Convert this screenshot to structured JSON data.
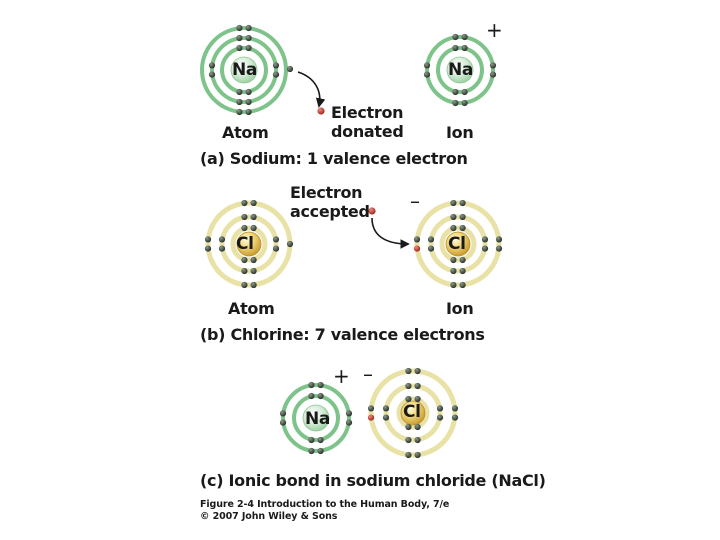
{
  "symbols": {
    "sodium": "Na",
    "chlorine": "Cl"
  },
  "labels": {
    "atom_a": "Atom",
    "ion_a": "Ion",
    "electron_donated": "Electron\ndonated",
    "electron_accepted": "Electron\naccepted",
    "atom_b": "Atom",
    "ion_b": "Ion"
  },
  "charges": {
    "na_ion_a": "+",
    "cl_ion_b": "–",
    "na_c": "+",
    "cl_c": "–"
  },
  "captions": {
    "a": "(a) Sodium: 1 valence electron",
    "b": "(b) Chlorine: 7 valence electrons",
    "c": "(c) Ionic bond in sodium chloride (NaCl)"
  },
  "credit": {
    "line1": "Figure 2-4  Introduction to the Human Body, 7/e",
    "line2": "© 2007 John Wiley & Sons"
  },
  "colors": {
    "sodium_ring": "#7ec48a",
    "sodium_nucleus_light": "#eef7ee",
    "sodium_nucleus_dark": "#a9d6ae",
    "chlorine_ring": "#e9e2a6",
    "chlorine_nucleus_light": "#fff6c8",
    "chlorine_nucleus_dark": "#d8b54a",
    "electron": "#3f463f",
    "transfer_electron": "#c0392b"
  }
}
